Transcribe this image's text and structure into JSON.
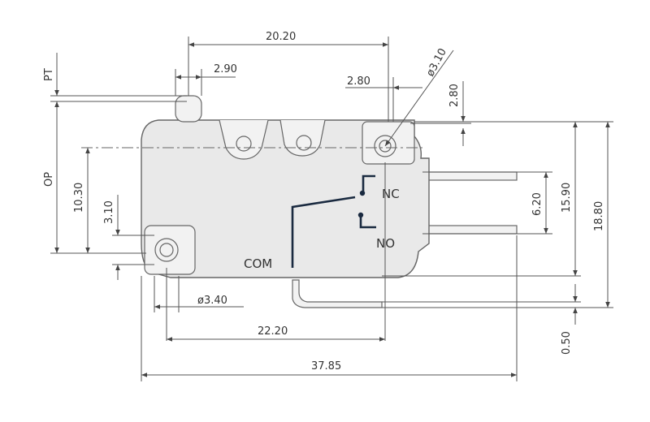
{
  "dimensions": {
    "width_top": "20.20",
    "actuator_width": "2.90",
    "pt": "PT",
    "hole_offset_x": "2.80",
    "hole_dia_top": "ø3.10",
    "hole_offset_y": "2.80",
    "op": "OP",
    "op_height": "10.30",
    "hole_height": "3.10",
    "terminal_pitch": "6.20",
    "height_1590": "15.90",
    "height_1880": "18.80",
    "hole_dia_bottom": "ø3.40",
    "hole_spacing": "22.20",
    "overall_length": "37.85",
    "terminal_offset": "0.50"
  },
  "labels": {
    "nc": "NC",
    "no": "NO",
    "com": "COM"
  },
  "colors": {
    "wire": "#1a2a40",
    "body": "#e9e9e9",
    "line": "#555555"
  }
}
